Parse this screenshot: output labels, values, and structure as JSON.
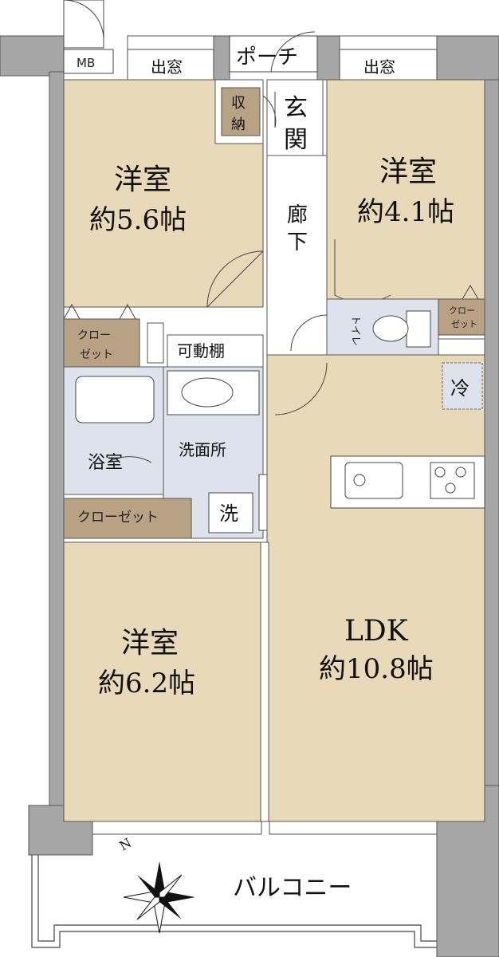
{
  "rooms": {
    "western_nw": {
      "name": "洋室",
      "size": "約5.6帖"
    },
    "western_ne": {
      "name": "洋室",
      "size": "約4.1帖"
    },
    "western_sw": {
      "name": "洋室",
      "size": "約6.2帖"
    },
    "ldk": {
      "name": "LDK",
      "size": "約10.8帖"
    }
  },
  "labels": {
    "mb": "MB",
    "bay_window_left": "出窓",
    "bay_window_right": "出窓",
    "porch": "ポーチ",
    "storage_1": "収",
    "storage_2": "納",
    "genkan_1": "玄",
    "genkan_2": "関",
    "corridor_1": "廊",
    "corridor_2": "下",
    "toilet": "トイレ",
    "closet_small_1": "クロー",
    "closet_small_2": "ゼット",
    "closet_nw_1": "クロー",
    "closet_nw_2": "ゼット",
    "movable_shelf": "可動棚",
    "fridge": "冷",
    "bathroom": "浴室",
    "washroom": "洗面所",
    "washer": "洗",
    "closet_long": "クローゼット",
    "balcony": "バルコニー",
    "north": "N"
  },
  "colors": {
    "room_floor": "#e8d9b8",
    "wet_area": "#dde2ec",
    "closet": "#b8a283",
    "wall": "#a6a6a6"
  }
}
